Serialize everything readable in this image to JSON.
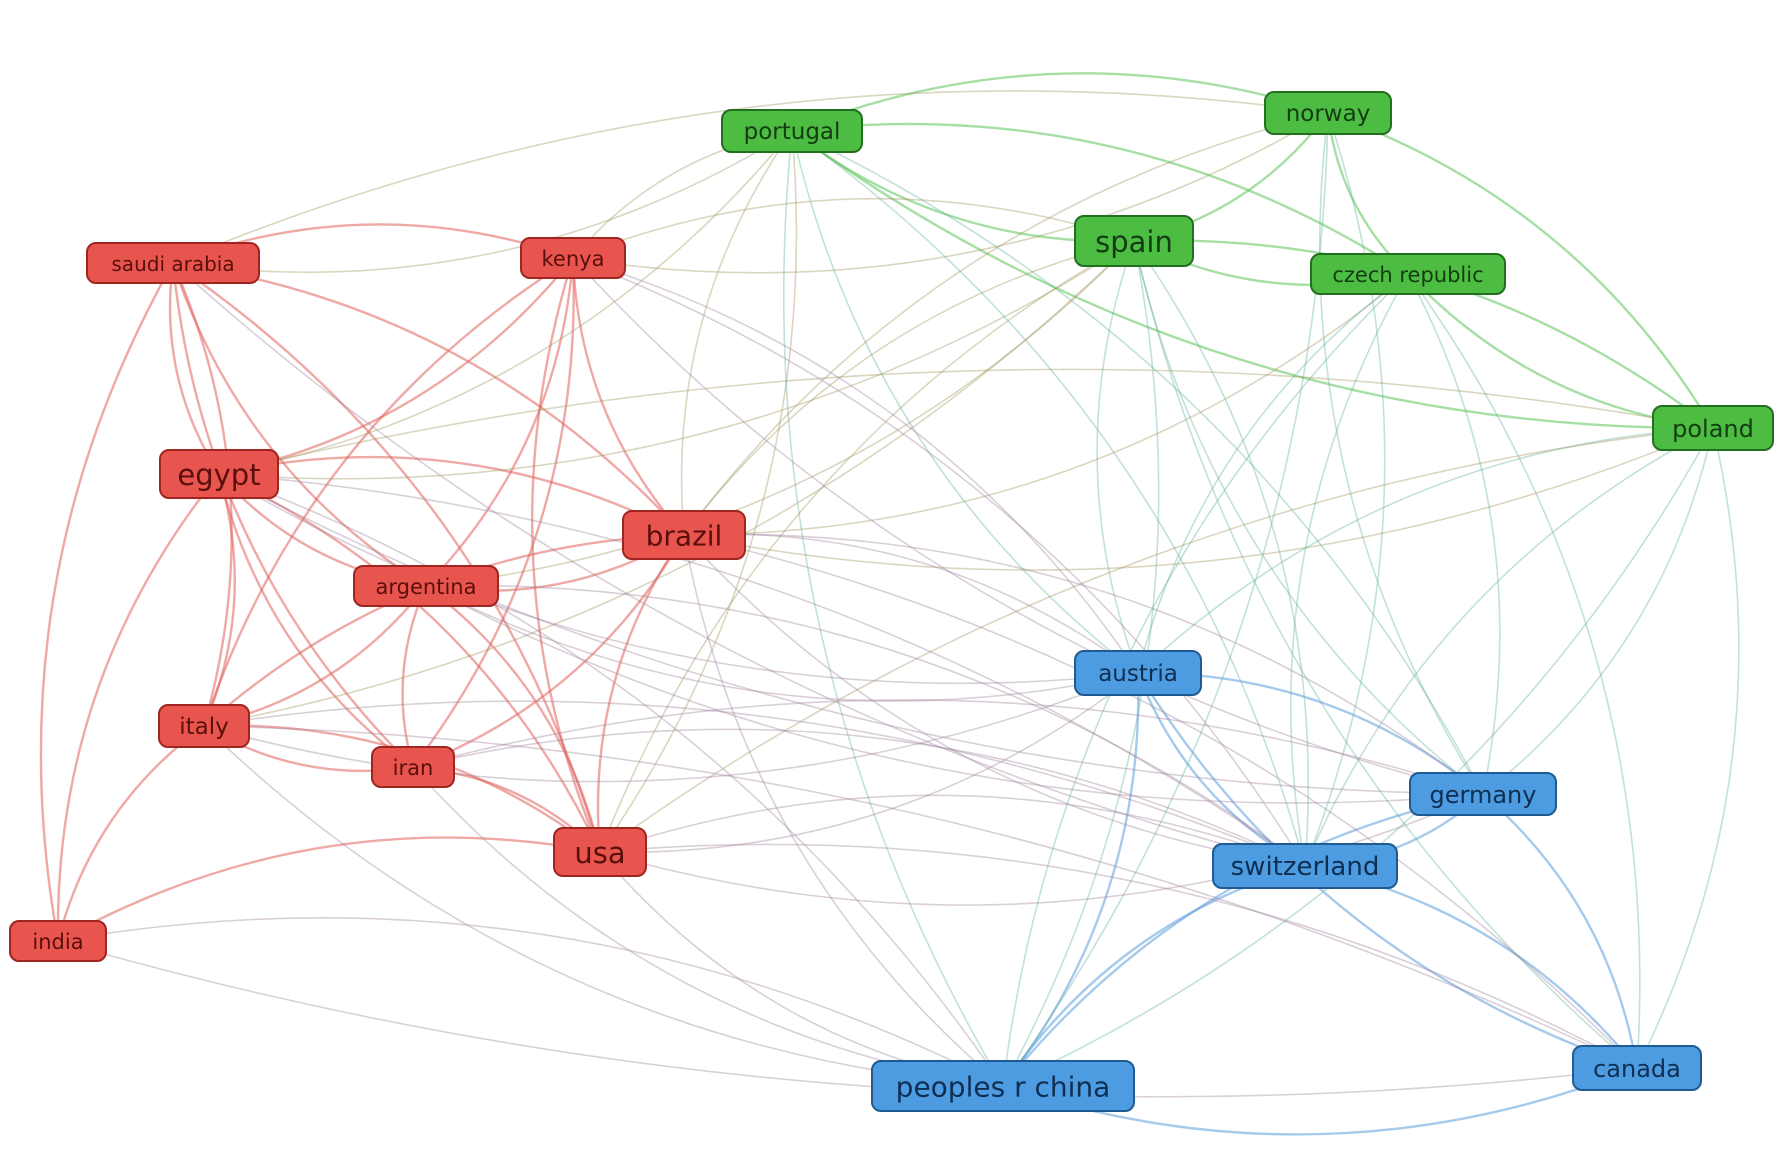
{
  "clusters": {
    "red": {
      "fill": "#e8554e",
      "stroke": "#9e2520",
      "text": "#5a0f0c",
      "edge": "#e0625c"
    },
    "green": {
      "fill": "#4cbc43",
      "stroke": "#246e1f",
      "text": "#133d10",
      "edge": "#5cc459"
    },
    "blue": {
      "fill": "#4d9be0",
      "stroke": "#1f5a92",
      "text": "#0f2f52",
      "edge": "#5d9fdc"
    }
  },
  "nodes": [
    {
      "id": "portugal",
      "label": "portugal",
      "cluster": "green"
    },
    {
      "id": "norway",
      "label": "norway",
      "cluster": "green"
    },
    {
      "id": "spain",
      "label": "spain",
      "cluster": "green"
    },
    {
      "id": "czech_republic",
      "label": "czech republic",
      "cluster": "green"
    },
    {
      "id": "poland",
      "label": "poland",
      "cluster": "green"
    },
    {
      "id": "saudi_arabia",
      "label": "saudi arabia",
      "cluster": "red"
    },
    {
      "id": "kenya",
      "label": "kenya",
      "cluster": "red"
    },
    {
      "id": "egypt",
      "label": "egypt",
      "cluster": "red"
    },
    {
      "id": "brazil",
      "label": "brazil",
      "cluster": "red"
    },
    {
      "id": "argentina",
      "label": "argentina",
      "cluster": "red"
    },
    {
      "id": "italy",
      "label": "italy",
      "cluster": "red"
    },
    {
      "id": "iran",
      "label": "iran",
      "cluster": "red"
    },
    {
      "id": "usa",
      "label": "usa",
      "cluster": "red"
    },
    {
      "id": "india",
      "label": "india",
      "cluster": "red"
    },
    {
      "id": "austria",
      "label": "austria",
      "cluster": "blue"
    },
    {
      "id": "germany",
      "label": "germany",
      "cluster": "blue"
    },
    {
      "id": "switzerland",
      "label": "switzerland",
      "cluster": "blue"
    },
    {
      "id": "peoples_r_china",
      "label": "peoples r china",
      "cluster": "blue"
    },
    {
      "id": "canada",
      "label": "canada",
      "cluster": "blue"
    }
  ],
  "edges": [
    [
      "portugal",
      "norway"
    ],
    [
      "portugal",
      "spain"
    ],
    [
      "portugal",
      "czech_republic"
    ],
    [
      "portugal",
      "poland"
    ],
    [
      "norway",
      "spain"
    ],
    [
      "norway",
      "czech_republic"
    ],
    [
      "norway",
      "poland"
    ],
    [
      "spain",
      "czech_republic"
    ],
    [
      "spain",
      "poland"
    ],
    [
      "czech_republic",
      "poland"
    ],
    [
      "saudi_arabia",
      "kenya"
    ],
    [
      "saudi_arabia",
      "egypt"
    ],
    [
      "saudi_arabia",
      "brazil"
    ],
    [
      "saudi_arabia",
      "argentina"
    ],
    [
      "saudi_arabia",
      "italy"
    ],
    [
      "saudi_arabia",
      "iran"
    ],
    [
      "saudi_arabia",
      "usa"
    ],
    [
      "saudi_arabia",
      "india"
    ],
    [
      "kenya",
      "egypt"
    ],
    [
      "kenya",
      "brazil"
    ],
    [
      "kenya",
      "argentina"
    ],
    [
      "kenya",
      "italy"
    ],
    [
      "kenya",
      "iran"
    ],
    [
      "kenya",
      "usa"
    ],
    [
      "egypt",
      "brazil"
    ],
    [
      "egypt",
      "argentina"
    ],
    [
      "egypt",
      "italy"
    ],
    [
      "egypt",
      "iran"
    ],
    [
      "egypt",
      "usa"
    ],
    [
      "egypt",
      "india"
    ],
    [
      "brazil",
      "argentina"
    ],
    [
      "brazil",
      "italy"
    ],
    [
      "brazil",
      "iran"
    ],
    [
      "brazil",
      "usa"
    ],
    [
      "argentina",
      "italy"
    ],
    [
      "argentina",
      "iran"
    ],
    [
      "argentina",
      "usa"
    ],
    [
      "italy",
      "iran"
    ],
    [
      "italy",
      "usa"
    ],
    [
      "italy",
      "india"
    ],
    [
      "iran",
      "usa"
    ],
    [
      "usa",
      "india"
    ],
    [
      "austria",
      "germany"
    ],
    [
      "austria",
      "switzerland"
    ],
    [
      "austria",
      "peoples_r_china"
    ],
    [
      "austria",
      "canada"
    ],
    [
      "germany",
      "switzerland"
    ],
    [
      "germany",
      "peoples_r_china"
    ],
    [
      "germany",
      "canada"
    ],
    [
      "switzerland",
      "peoples_r_china"
    ],
    [
      "switzerland",
      "canada"
    ],
    [
      "peoples_r_china",
      "canada"
    ],
    [
      "portugal",
      "saudi_arabia"
    ],
    [
      "portugal",
      "kenya"
    ],
    [
      "portugal",
      "egypt"
    ],
    [
      "portugal",
      "brazil"
    ],
    [
      "portugal",
      "usa"
    ],
    [
      "portugal",
      "austria"
    ],
    [
      "portugal",
      "switzerland"
    ],
    [
      "portugal",
      "peoples_r_china"
    ],
    [
      "portugal",
      "germany"
    ],
    [
      "norway",
      "saudi_arabia"
    ],
    [
      "norway",
      "kenya"
    ],
    [
      "norway",
      "brazil"
    ],
    [
      "norway",
      "switzerland"
    ],
    [
      "norway",
      "germany"
    ],
    [
      "norway",
      "peoples_r_china"
    ],
    [
      "spain",
      "kenya"
    ],
    [
      "spain",
      "egypt"
    ],
    [
      "spain",
      "brazil"
    ],
    [
      "spain",
      "argentina"
    ],
    [
      "spain",
      "usa"
    ],
    [
      "spain",
      "italy"
    ],
    [
      "spain",
      "austria"
    ],
    [
      "spain",
      "switzerland"
    ],
    [
      "spain",
      "germany"
    ],
    [
      "spain",
      "peoples_r_china"
    ],
    [
      "spain",
      "canada"
    ],
    [
      "czech_republic",
      "brazil"
    ],
    [
      "czech_republic",
      "switzerland"
    ],
    [
      "czech_republic",
      "germany"
    ],
    [
      "czech_republic",
      "peoples_r_china"
    ],
    [
      "czech_republic",
      "canada"
    ],
    [
      "czech_republic",
      "austria"
    ],
    [
      "poland",
      "brazil"
    ],
    [
      "poland",
      "switzerland"
    ],
    [
      "poland",
      "germany"
    ],
    [
      "poland",
      "austria"
    ],
    [
      "poland",
      "peoples_r_china"
    ],
    [
      "poland",
      "usa"
    ],
    [
      "poland",
      "canada"
    ],
    [
      "poland",
      "egypt"
    ],
    [
      "brazil",
      "austria"
    ],
    [
      "brazil",
      "switzerland"
    ],
    [
      "brazil",
      "germany"
    ],
    [
      "brazil",
      "peoples_r_china"
    ],
    [
      "brazil",
      "canada"
    ],
    [
      "usa",
      "austria"
    ],
    [
      "usa",
      "switzerland"
    ],
    [
      "usa",
      "peoples_r_china"
    ],
    [
      "usa",
      "canada"
    ],
    [
      "usa",
      "germany"
    ],
    [
      "egypt",
      "switzerland"
    ],
    [
      "egypt",
      "austria"
    ],
    [
      "egypt",
      "peoples_r_china"
    ],
    [
      "egypt",
      "germany"
    ],
    [
      "italy",
      "switzerland"
    ],
    [
      "italy",
      "peoples_r_china"
    ],
    [
      "italy",
      "canada"
    ],
    [
      "italy",
      "austria"
    ],
    [
      "kenya",
      "switzerland"
    ],
    [
      "kenya",
      "germany"
    ],
    [
      "kenya",
      "austria"
    ],
    [
      "argentina",
      "austria"
    ],
    [
      "argentina",
      "switzerland"
    ],
    [
      "argentina",
      "germany"
    ],
    [
      "iran",
      "switzerland"
    ],
    [
      "iran",
      "peoples_r_china"
    ],
    [
      "iran",
      "germany"
    ],
    [
      "saudi_arabia",
      "switzerland"
    ],
    [
      "india",
      "peoples_r_china"
    ],
    [
      "india",
      "canada"
    ]
  ]
}
